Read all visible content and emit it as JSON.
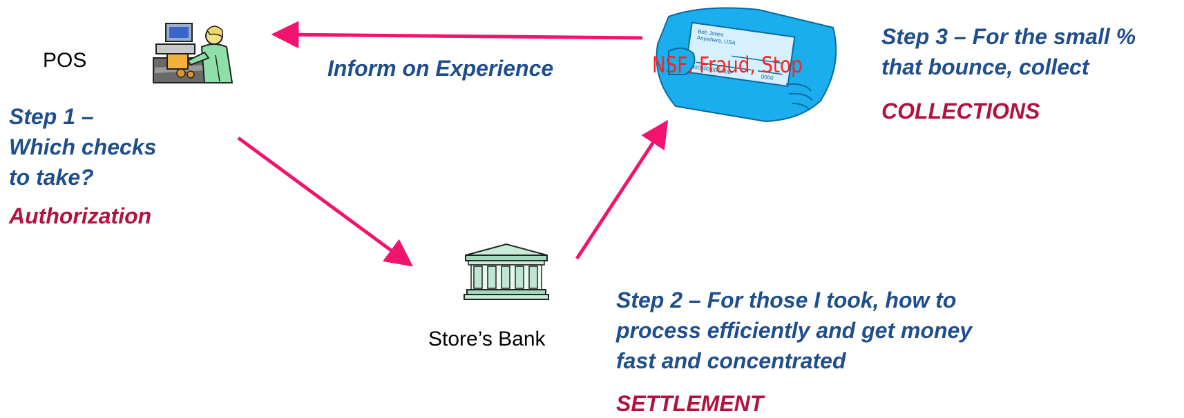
{
  "nodes": {
    "pos": {
      "label": "POS",
      "icon": "cashier-icon"
    },
    "bank": {
      "label": "Store’s Bank",
      "icon": "bank-building-icon"
    },
    "check": {
      "icon": "check-in-hand-icon",
      "overlay": "NSF, Fraud, Stop",
      "check_name": "Bob Jones",
      "check_address": "Anywhere, USA",
      "check_micr": "000000 000 000",
      "check_amount": "0000"
    }
  },
  "arrows": {
    "inform": {
      "label": "Inform on Experience"
    }
  },
  "steps": {
    "step1": {
      "lines": [
        "Step 1 –",
        "Which checks",
        "to take?"
      ],
      "tag": "Authorization"
    },
    "step2": {
      "lines": [
        "Step 2 – For those I took, how to",
        "process efficiently and get money",
        "fast and concentrated"
      ],
      "tag": "SETTLEMENT"
    },
    "step3": {
      "lines": [
        "Step 3 – For the small %",
        "that bounce, collect"
      ],
      "tag": "COLLECTIONS"
    }
  },
  "colors": {
    "arrow": "#f0146e",
    "step_text": "#1f4e8c",
    "tag_text": "#b3123f",
    "overlay_text": "#ff2020"
  }
}
